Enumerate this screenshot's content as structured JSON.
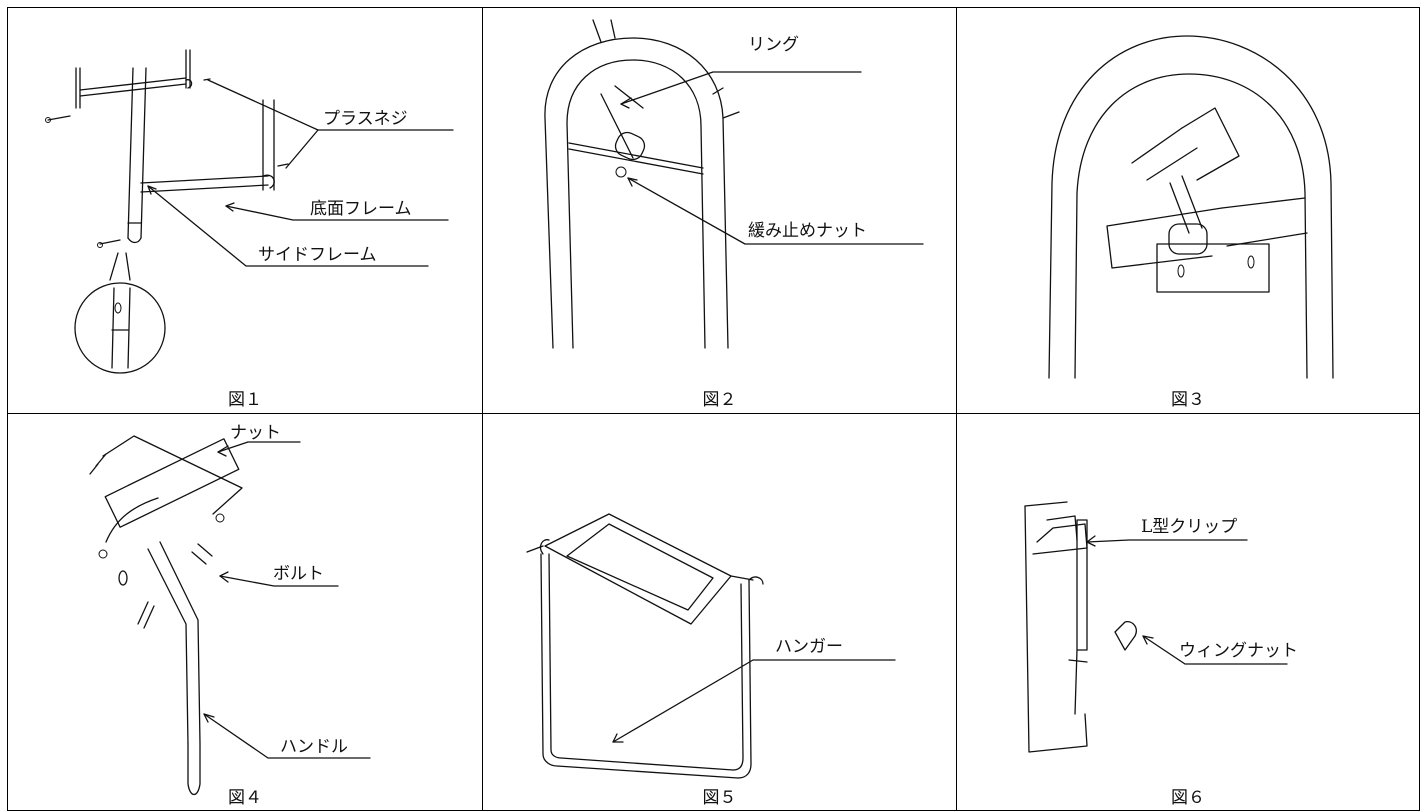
{
  "figures": [
    {
      "caption": "図１",
      "labels": [
        "プラスネジ",
        "底面フレーム",
        "サイドフレーム"
      ]
    },
    {
      "caption": "図２",
      "labels": [
        "リング",
        "緩み止めナット"
      ]
    },
    {
      "caption": "図３",
      "labels": []
    },
    {
      "caption": "図４",
      "labels": [
        "ナット",
        "ボルト",
        "ハンドル"
      ]
    },
    {
      "caption": "図５",
      "labels": [
        "ハンガー"
      ]
    },
    {
      "caption": "図６",
      "labels": [
        "L型クリップ",
        "ウィングナット"
      ]
    }
  ]
}
